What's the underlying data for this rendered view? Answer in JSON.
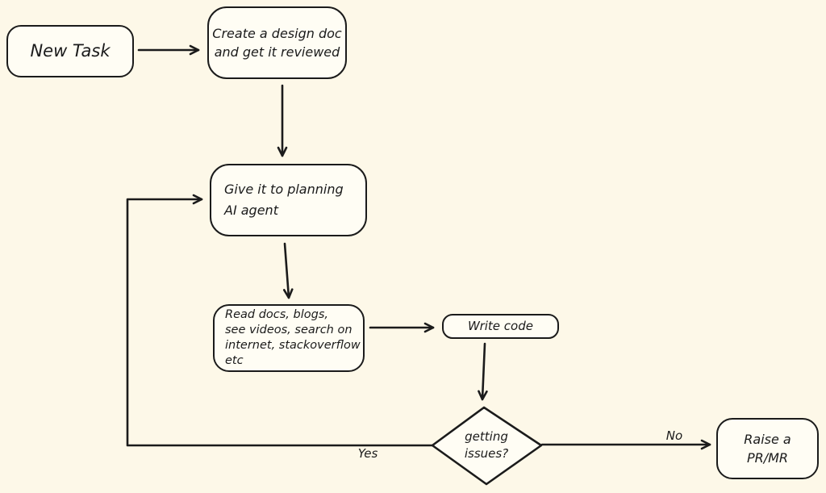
{
  "diagram": {
    "colors": {
      "background": "#fdf8e8",
      "stroke": "#1b1b1b",
      "node_fill": "#fffdf4"
    },
    "nodes": {
      "new_task": {
        "label": "New Task"
      },
      "create_design": {
        "lines": [
          "Create a design doc",
          "and get it reviewed"
        ]
      },
      "give_planning": {
        "lines": [
          "Give it to planning",
          "AI agent"
        ]
      },
      "read_docs": {
        "lines": [
          "Read docs, blogs,",
          "see videos, search on",
          "internet, stackoverflow",
          "etc"
        ]
      },
      "write_code": {
        "label": "Write code"
      },
      "getting_issues": {
        "lines": [
          "getting",
          "issues?"
        ]
      },
      "raise_pr": {
        "lines": [
          "Raise a",
          "PR/MR"
        ]
      }
    },
    "edges": {
      "yes_label": "Yes",
      "no_label": "No"
    }
  }
}
